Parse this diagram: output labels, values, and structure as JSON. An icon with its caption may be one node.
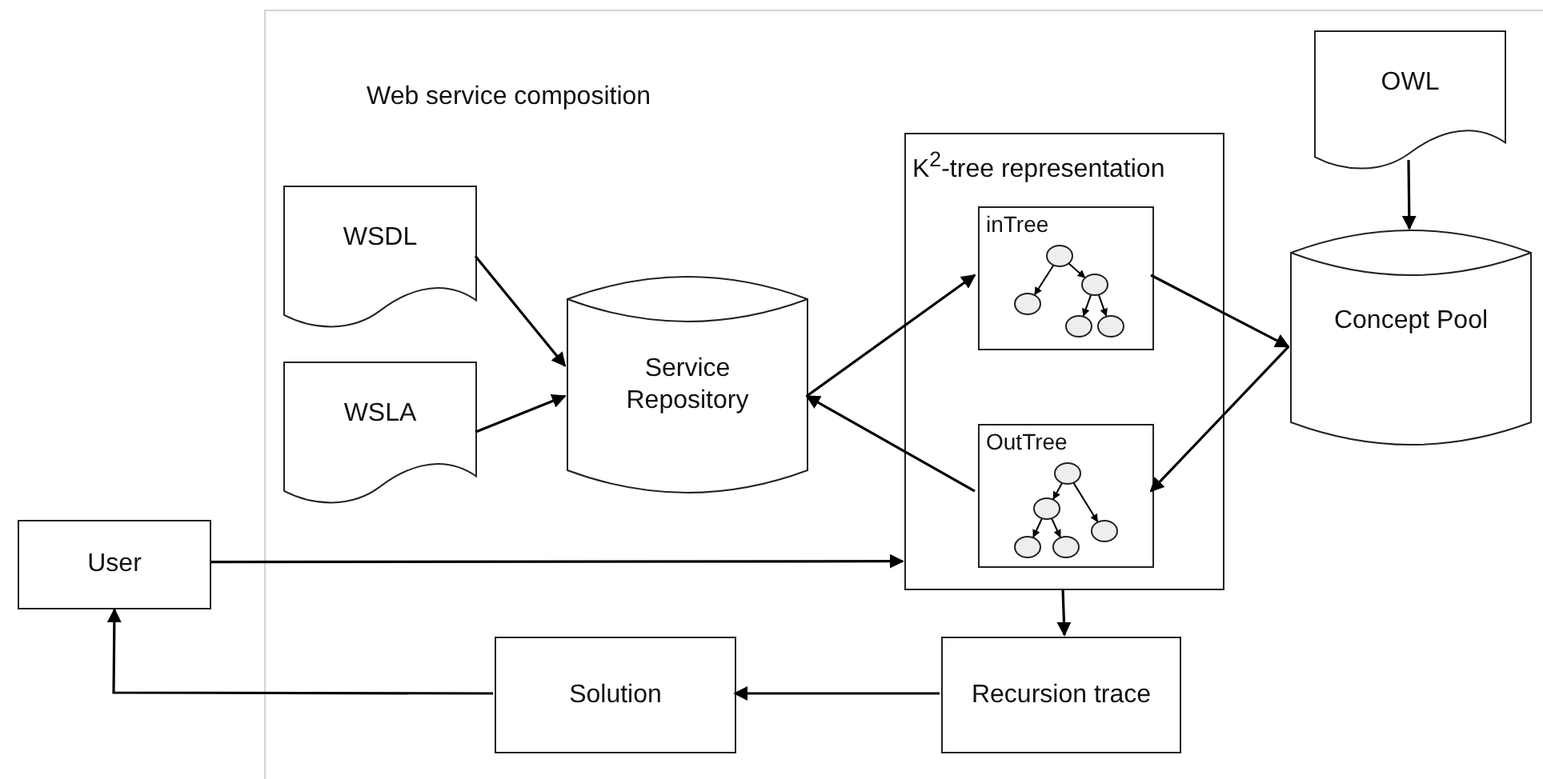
{
  "diagram": {
    "nodes": [
      {
        "text": [
          "Web service composition"
        ]
      },
      {
        "text": [
          "WSDL"
        ],
        "in": 0
      },
      {
        "text": [
          "WSLA"
        ],
        "in": 0
      },
      {
        "text": [
          "Service Repository"
        ],
        "in": 0
      },
      {
        "text": [
          "K$^{2}$-tree representation"
        ],
        "in": 0
      },
      {
        "text": [
          "inTree"
        ],
        "in": 4
      },
      {
        "text": [
          "OutTree"
        ],
        "in": 4
      },
      {
        "text": [
          "OWL"
        ],
        "in": 0
      },
      {
        "text": [
          "Concept Pool"
        ],
        "in": 0
      },
      {
        "text": [
          "User"
        ]
      },
      {
        "text": [
          "Solution"
        ],
        "in": 0
      },
      {
        "text": [
          "Recursion trace"
        ],
        "in": 0
      }
    ],
    "edges": [
      {
        "from": 1,
        "to": 3,
        "arrow": "to"
      },
      {
        "from": 2,
        "to": 3,
        "arrow": "to"
      },
      {
        "from": 3,
        "to": 5,
        "arrow": "to"
      },
      {
        "from": 6,
        "to": 3,
        "arrow": "to"
      },
      {
        "from": 5,
        "to": 8,
        "arrow": "to"
      },
      {
        "from": 8,
        "to": 6,
        "arrow": "to"
      },
      {
        "from": 7,
        "to": 8,
        "arrow": "to"
      },
      {
        "from": 9,
        "to": 4,
        "arrow": "to"
      },
      {
        "from": 4,
        "to": 11,
        "arrow": "to"
      },
      {
        "from": 11,
        "to": 10,
        "arrow": "to"
      },
      {
        "from": 10,
        "to": 9,
        "arrow": "to"
      }
    ]
  }
}
